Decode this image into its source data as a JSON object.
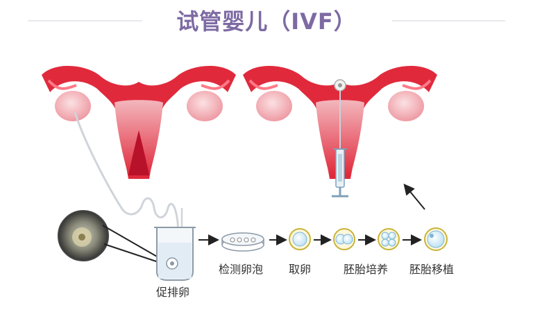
{
  "title": "试管婴儿（IVF）",
  "steps": [
    {
      "label": "促排卵"
    },
    {
      "label": "检测卵泡"
    },
    {
      "label": "取卵"
    },
    {
      "label": "胚胎培养"
    },
    {
      "label": "胚胎移植"
    }
  ],
  "colors": {
    "title": "#7d6aa3",
    "uterus": "#e02a3c",
    "uterus_light": "#f7a3ab",
    "ovary": "#f2a9b0",
    "arrow": "#222222",
    "egg_ring": "#c8b43a"
  }
}
